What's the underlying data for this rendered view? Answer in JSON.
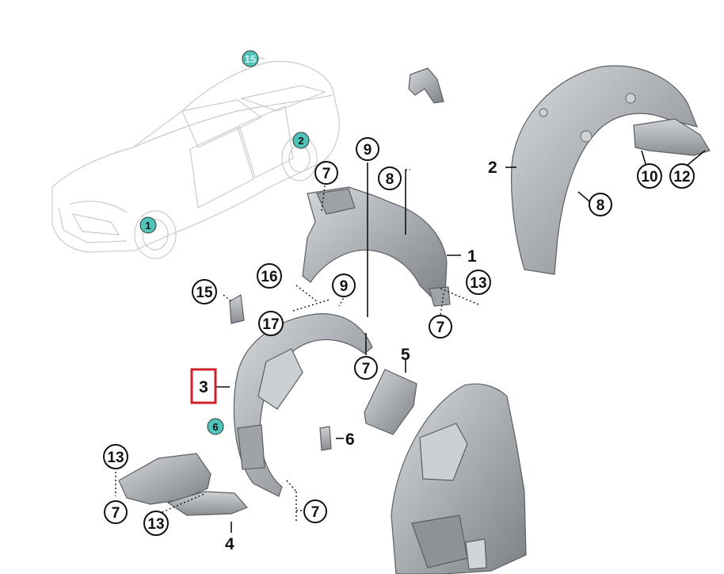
{
  "callouts": {
    "c1": "1",
    "c2": "2",
    "c3": "3",
    "c4": "4",
    "c5": "5",
    "c6": "6",
    "c7a": "7",
    "c7b": "7",
    "c7c": "7",
    "c7d": "7",
    "c7e": "7",
    "c8a": "8",
    "c8b": "8",
    "c9a": "9",
    "c9b": "9",
    "c10": "10",
    "c12": "12",
    "c13a": "13",
    "c13b": "13",
    "c13c": "13",
    "c15": "15",
    "c16": "16",
    "c17": "17"
  },
  "car_markers": {
    "m1": "1",
    "m2": "2",
    "m15": "15",
    "m6": "6"
  },
  "colors": {
    "marker_fill": "#4fc3b8",
    "highlight_box": "#d0202a",
    "part_fill": "#b9bdc1"
  }
}
